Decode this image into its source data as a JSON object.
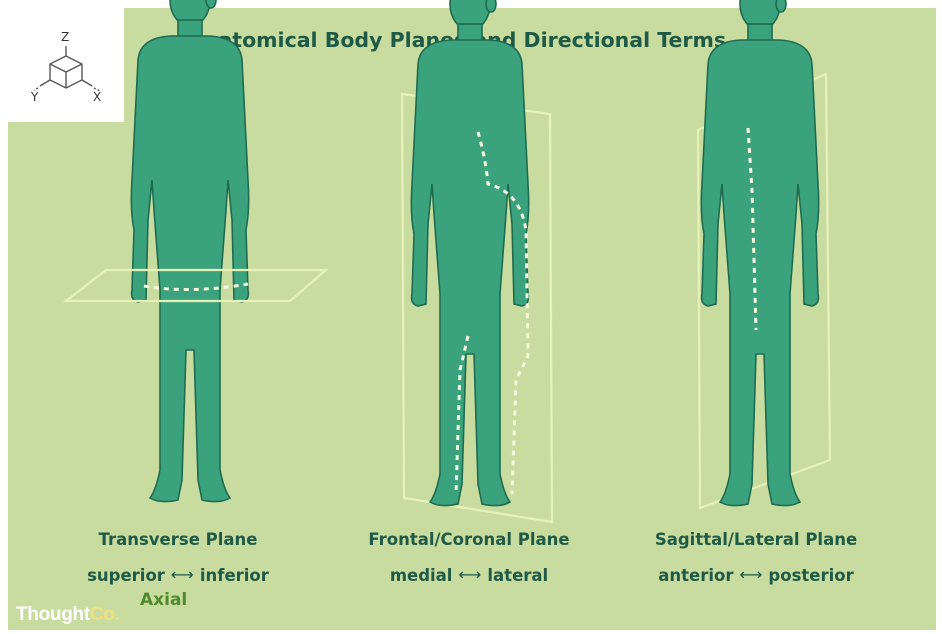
{
  "title": "Anatomical Body Planes and Directional Terms",
  "axes": {
    "z": "Z",
    "y": "Y",
    "x": "X"
  },
  "planes": [
    {
      "name": "Transverse Plane",
      "term_a": "superior",
      "arrow": "⟷",
      "term_b": "inferior",
      "alt_name": "Axial"
    },
    {
      "name": "Frontal/Coronal Plane",
      "term_a": "medial",
      "arrow": "⟷",
      "term_b": "lateral"
    },
    {
      "name": "Sagittal/Lateral Plane",
      "term_a": "anterior",
      "arrow": "⟷",
      "term_b": "posterior"
    }
  ],
  "logo": {
    "main": "Thought",
    "suffix": "Co."
  },
  "colors": {
    "background": "#c9dca0",
    "figure": "#3aa37d",
    "figure_outline": "#1f6b50",
    "plane_outline": "#e6f2b8",
    "title_text": "#1e5a45",
    "alt_name_text": "#4f8a2d"
  }
}
